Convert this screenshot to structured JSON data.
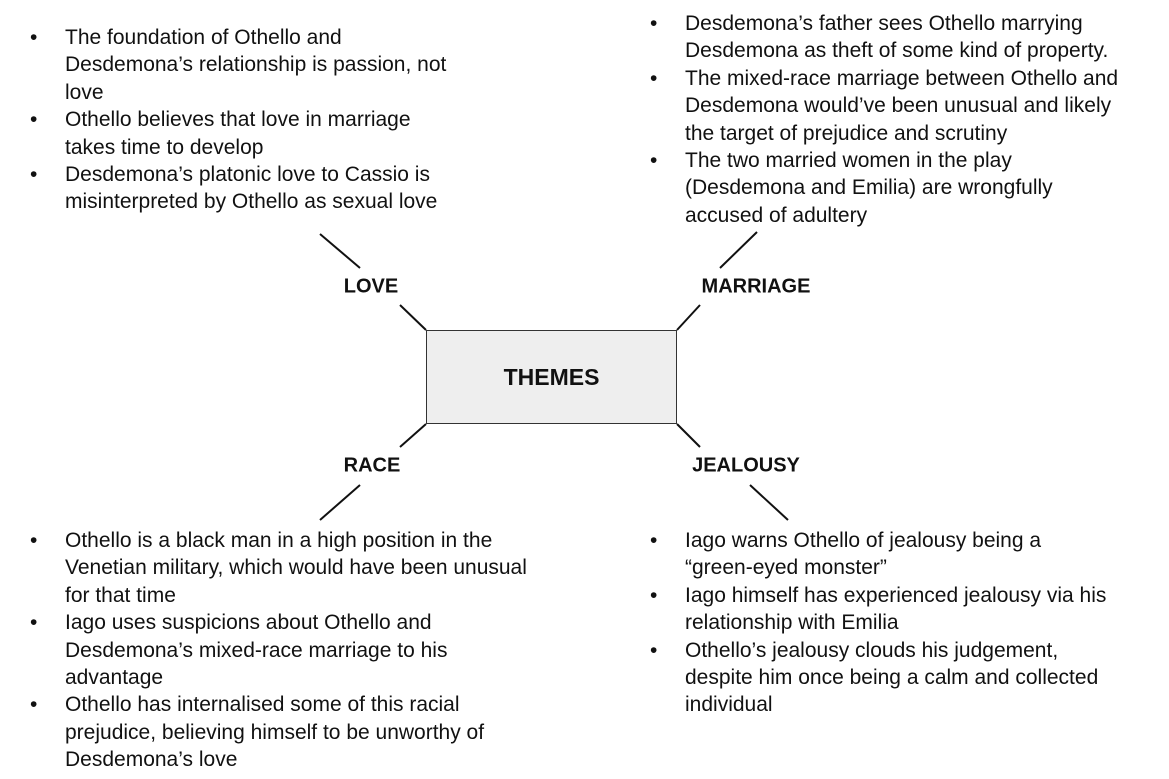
{
  "center": {
    "label": "THEMES"
  },
  "themes": {
    "love": {
      "label": "LOVE",
      "bullets": [
        [
          "The foundation of Othello and",
          "Desdemona’s relationship is passion, not",
          "love"
        ],
        [
          "Othello believes that love in marriage",
          "takes time to develop"
        ],
        [
          "Desdemona’s platonic love to Cassio is",
          "misinterpreted by Othello as sexual love"
        ]
      ]
    },
    "marriage": {
      "label": "MARRIAGE",
      "bullets": [
        [
          "Desdemona’s father sees Othello marrying",
          "Desdemona as theft of some kind of property."
        ],
        [
          "The mixed-race marriage between Othello and",
          "Desdemona would’ve been unusual and likely",
          "the target of prejudice and scrutiny"
        ],
        [
          "The two married women in the play",
          "(Desdemona and Emilia) are wrongfully",
          "accused of adultery"
        ]
      ]
    },
    "race": {
      "label": "RACE",
      "bullets": [
        [
          "Othello is a black man in a high position in the",
          "Venetian military, which would have been unusual",
          "for that time"
        ],
        [
          "Iago uses suspicions about Othello and",
          "Desdemona’s mixed-race marriage to his",
          "advantage"
        ],
        [
          "Othello has internalised some of this racial",
          "prejudice, believing himself to be unworthy of",
          "Desdemona’s love"
        ]
      ]
    },
    "jealousy": {
      "label": "JEALOUSY",
      "bullets": [
        [
          "Iago warns Othello of jealousy being a",
          "“green-eyed monster”"
        ],
        [
          "Iago himself has experienced jealousy via his",
          "relationship with Emilia"
        ],
        [
          "Othello’s jealousy clouds his judgement,",
          "despite him once being a calm and collected",
          "individual"
        ]
      ]
    }
  }
}
